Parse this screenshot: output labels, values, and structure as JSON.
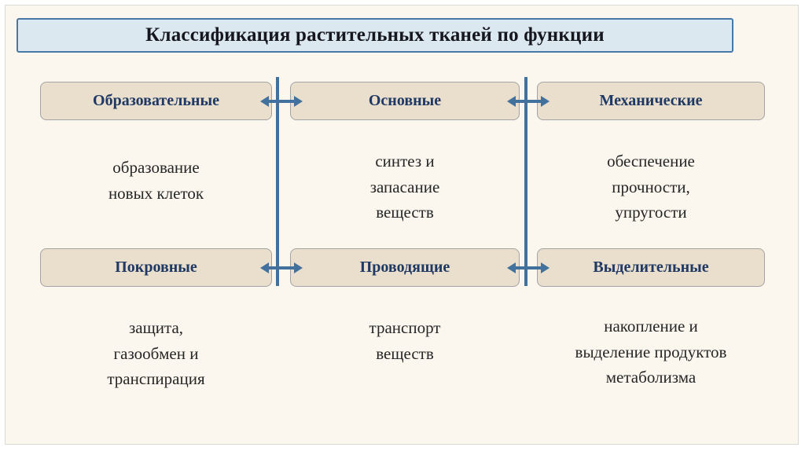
{
  "title": "Классификация растительных тканей по функции",
  "boxes": [
    {
      "label": "Образовательные",
      "description": "образование\nновых клеток"
    },
    {
      "label": "Основные",
      "description": "синтез и\nзапасание\nвеществ"
    },
    {
      "label": "Механические",
      "description": "обеспечение\nпрочности,\nупругости"
    },
    {
      "label": "Покровные",
      "description": "защита,\nгазообмен и\nтранспирация"
    },
    {
      "label": "Проводящие",
      "description": "транспорт\nвеществ"
    },
    {
      "label": "Выделительные",
      "description": "накопление и\nвыделение продуктов\nметаболизма"
    }
  ],
  "connectors": {
    "type": "double-headed-arrow",
    "orientation": "horizontal",
    "count": 4,
    "vertical_lines": 2
  },
  "colors": {
    "background": "#fbf7ee",
    "title_bg": "#dce8f0",
    "title_border": "#4878a8",
    "title_text": "#16161f",
    "box_bg": "#e9dfcc",
    "box_border": "#a3a3a3",
    "box_text": "#1f3864",
    "arrow": "#41719c",
    "desc_text": "#262626"
  }
}
